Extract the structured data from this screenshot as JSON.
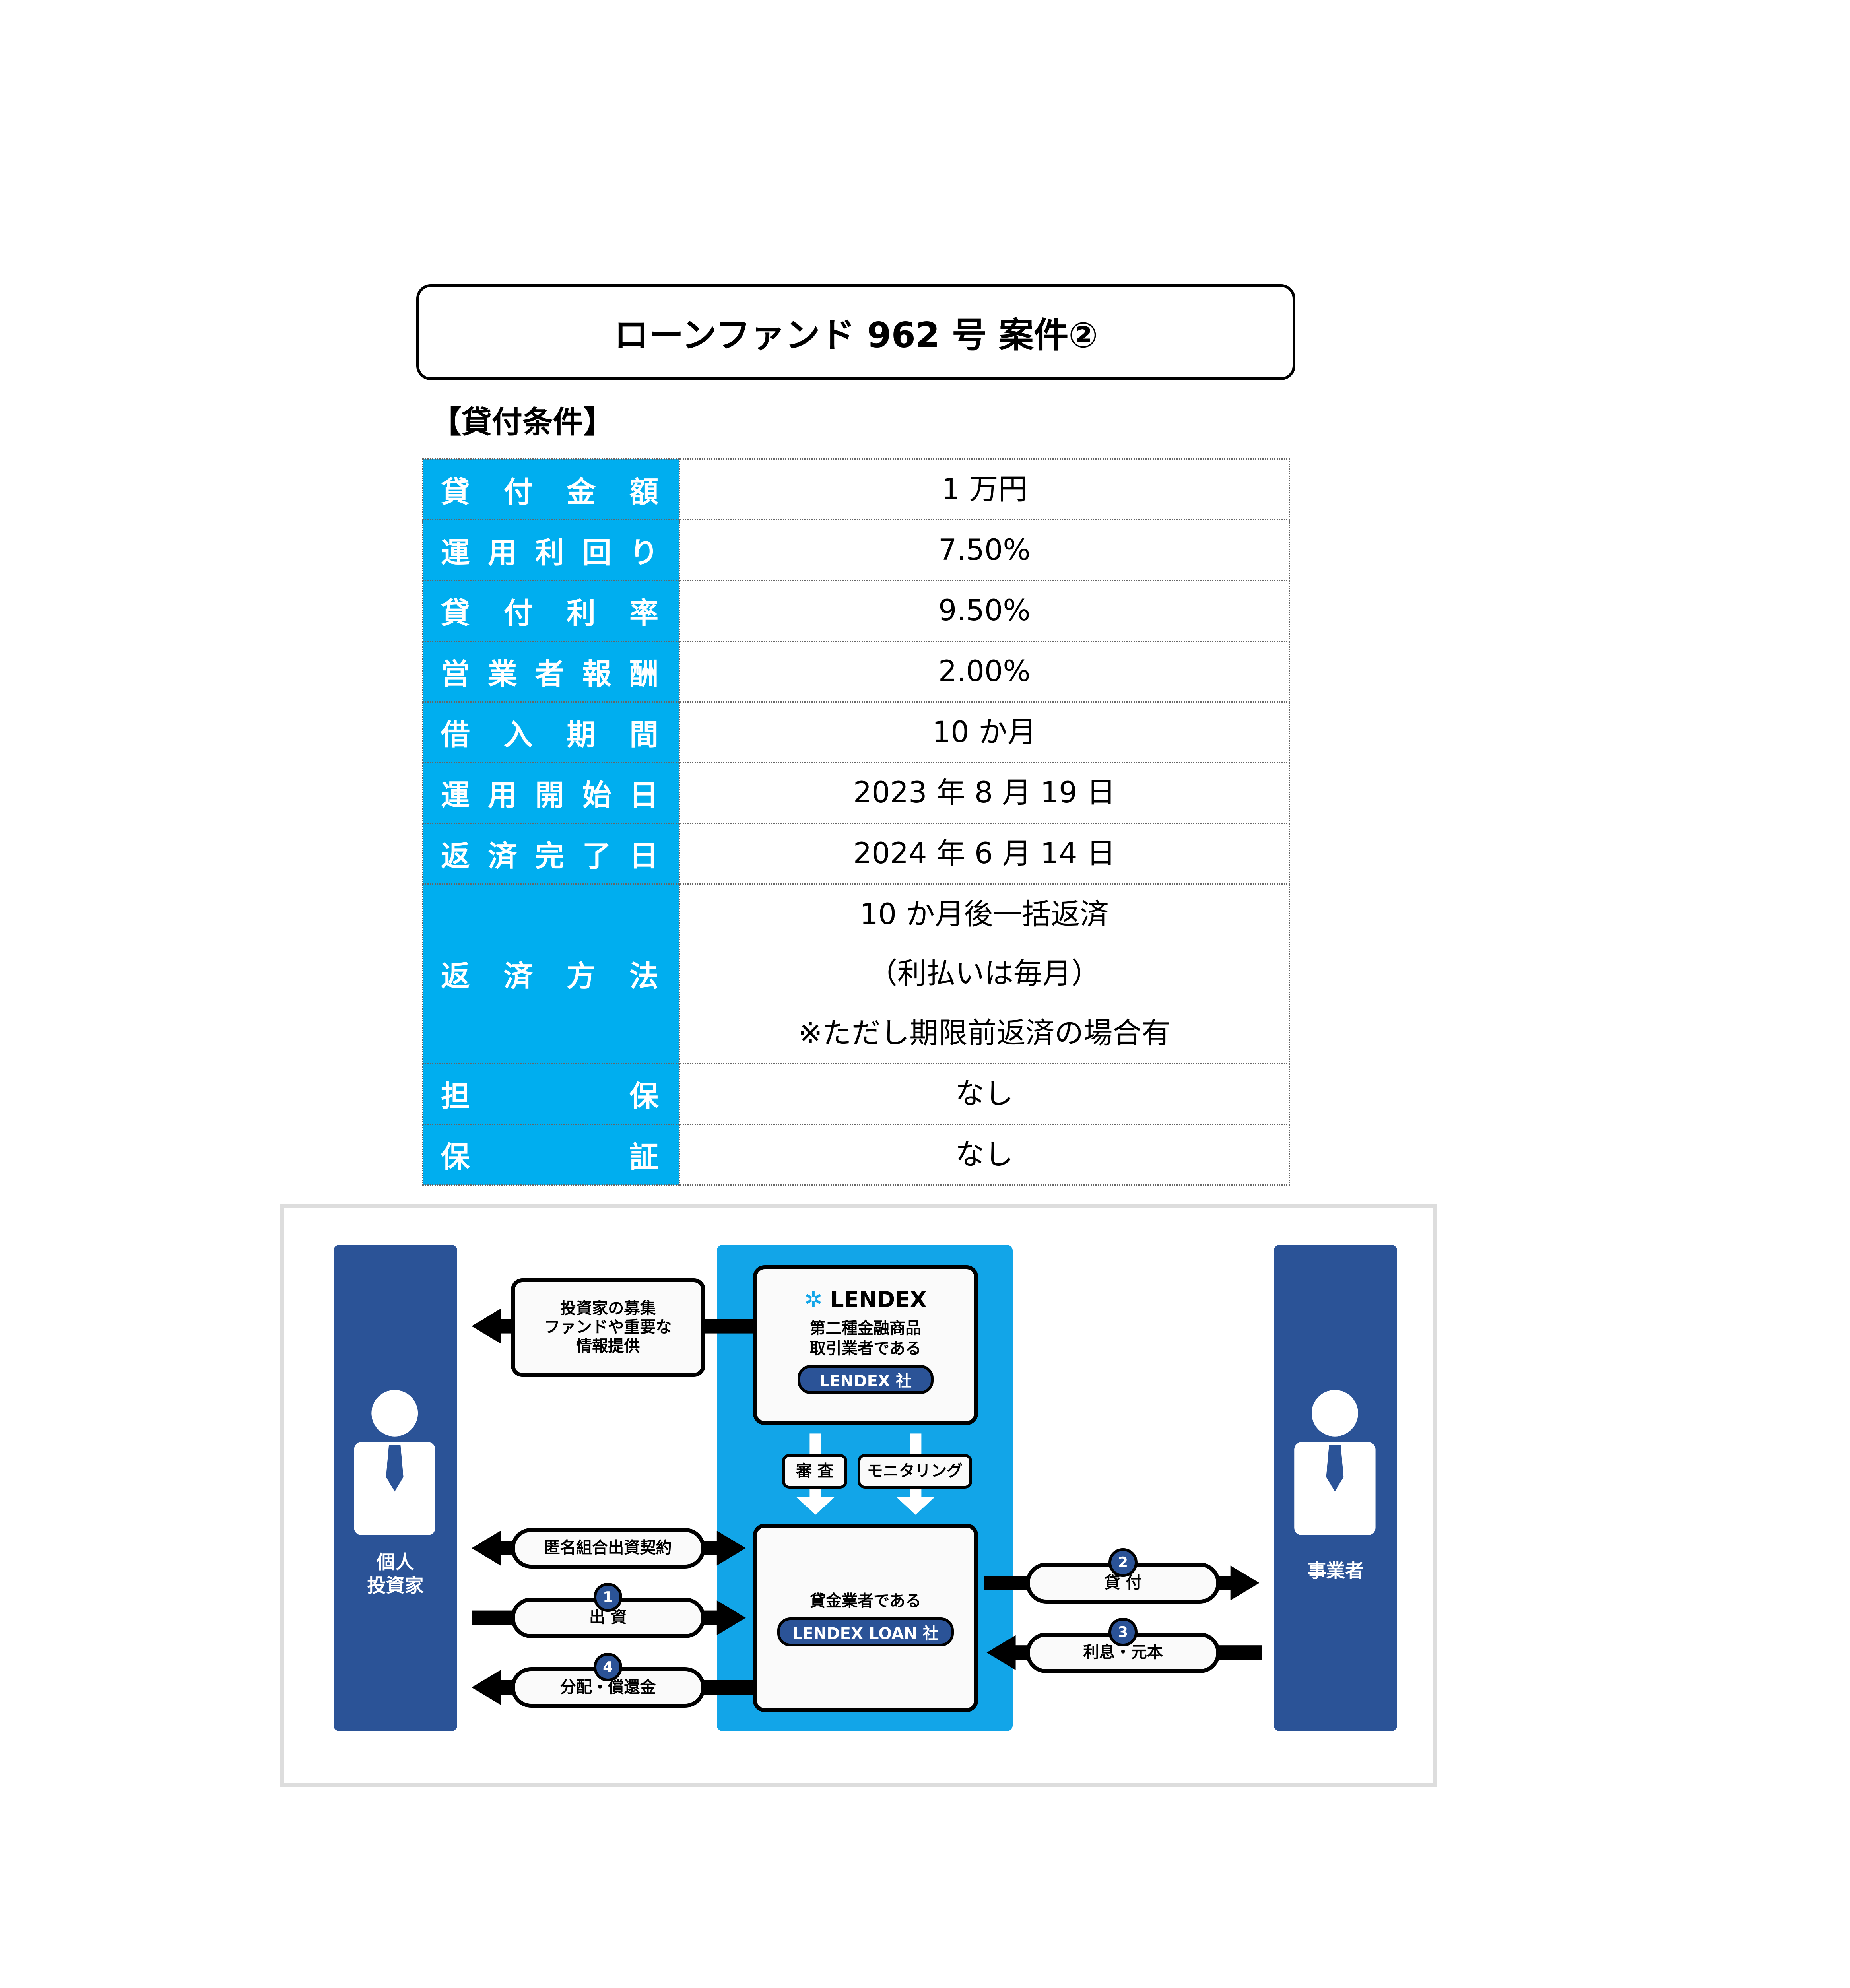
{
  "title": "ローンファンド 962 号 案件②",
  "section_heading": "【貸付条件】",
  "terms": [
    {
      "label": "貸付金額",
      "value": [
        "1 万円"
      ]
    },
    {
      "label": "運用利回り",
      "value": [
        "7.50%"
      ]
    },
    {
      "label": "貸付利率",
      "value": [
        "9.50%"
      ]
    },
    {
      "label": "営業者報酬",
      "value": [
        "2.00%"
      ]
    },
    {
      "label": "借入期間",
      "value": [
        "10 か月"
      ]
    },
    {
      "label": "運用開始日",
      "value": [
        "2023 年 8 月 19 日"
      ]
    },
    {
      "label": "返済完了日",
      "value": [
        "2024 年 6 月 14 日"
      ]
    },
    {
      "label": "返済方法",
      "value": [
        "10 か月後一括返済",
        "（利払いは毎月）",
        "※ただし期限前返済の場合有"
      ]
    },
    {
      "label": "担保",
      "value": [
        "なし"
      ]
    },
    {
      "label": "保証",
      "value": [
        "なし"
      ]
    }
  ],
  "diagram": {
    "investor": [
      "個人",
      "投資家"
    ],
    "business": "事業者",
    "logo": "LENDEX",
    "type2_desc": [
      "第二種金融商品",
      "取引業者である"
    ],
    "lendex_badge": "LENDEX 社",
    "lender_desc": "貸金業者である",
    "loan_badge": "LENDEX LOAN 社",
    "info_pill": [
      "投資家の募集",
      "ファンドや重要な",
      "情報提供"
    ],
    "review": "審 査",
    "monitoring": "モニタリング",
    "contract": "匿名組合出資契約",
    "invest": {
      "num": "1",
      "label": "出 資"
    },
    "loan": {
      "num": "2",
      "label": "貸 付"
    },
    "repay": {
      "num": "3",
      "label": "利息・元本"
    },
    "distribute": {
      "num": "4",
      "label": "分配・償還金"
    },
    "colors": {
      "navy": "#2B5397",
      "cyan": "#12A5E8",
      "label_bg": "#00AEEF"
    }
  }
}
